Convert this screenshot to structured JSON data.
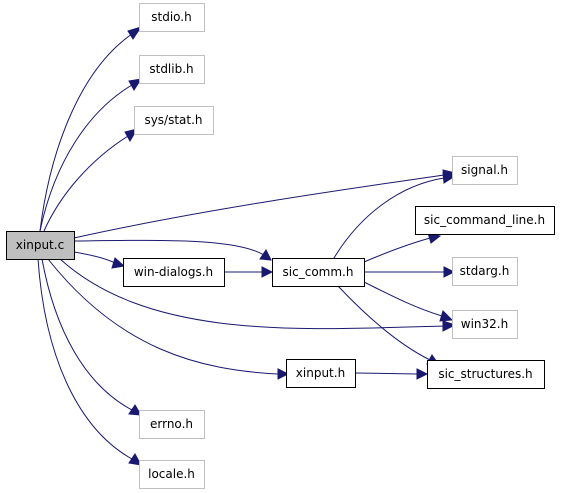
{
  "colors": {
    "edge": "#191970",
    "root_fill": "#bfbfbf",
    "root_border": "#000000",
    "internal_border": "#000000",
    "external_border": "#c0c0c0",
    "text": "#000000",
    "background": "#ffffff"
  },
  "nodes": [
    {
      "id": "xinput_c",
      "label": "xinput.c",
      "kind": "root"
    },
    {
      "id": "stdio_h",
      "label": "stdio.h",
      "kind": "external"
    },
    {
      "id": "stdlib_h",
      "label": "stdlib.h",
      "kind": "external"
    },
    {
      "id": "sys_stat_h",
      "label": "sys/stat.h",
      "kind": "external"
    },
    {
      "id": "signal_h",
      "label": "signal.h",
      "kind": "external"
    },
    {
      "id": "sic_command_line_h",
      "label": "sic_command_line.h",
      "kind": "internal"
    },
    {
      "id": "win_dialogs_h",
      "label": "win-dialogs.h",
      "kind": "internal"
    },
    {
      "id": "sic_comm_h",
      "label": "sic_comm.h",
      "kind": "internal"
    },
    {
      "id": "stdarg_h",
      "label": "stdarg.h",
      "kind": "external"
    },
    {
      "id": "win32_h",
      "label": "win32.h",
      "kind": "external"
    },
    {
      "id": "xinput_h",
      "label": "xinput.h",
      "kind": "internal"
    },
    {
      "id": "sic_structures_h",
      "label": "sic_structures.h",
      "kind": "internal"
    },
    {
      "id": "errno_h",
      "label": "errno.h",
      "kind": "external"
    },
    {
      "id": "locale_h",
      "label": "locale.h",
      "kind": "external"
    }
  ],
  "edges": [
    {
      "from": "xinput_c",
      "to": "stdio_h"
    },
    {
      "from": "xinput_c",
      "to": "stdlib_h"
    },
    {
      "from": "xinput_c",
      "to": "sys_stat_h"
    },
    {
      "from": "xinput_c",
      "to": "signal_h"
    },
    {
      "from": "xinput_c",
      "to": "win_dialogs_h"
    },
    {
      "from": "xinput_c",
      "to": "sic_comm_h"
    },
    {
      "from": "xinput_c",
      "to": "win32_h"
    },
    {
      "from": "xinput_c",
      "to": "xinput_h"
    },
    {
      "from": "xinput_c",
      "to": "errno_h"
    },
    {
      "from": "xinput_c",
      "to": "locale_h"
    },
    {
      "from": "win_dialogs_h",
      "to": "sic_comm_h"
    },
    {
      "from": "sic_comm_h",
      "to": "signal_h"
    },
    {
      "from": "sic_comm_h",
      "to": "sic_command_line_h"
    },
    {
      "from": "sic_comm_h",
      "to": "stdarg_h"
    },
    {
      "from": "sic_comm_h",
      "to": "win32_h"
    },
    {
      "from": "sic_comm_h",
      "to": "sic_structures_h"
    },
    {
      "from": "xinput_h",
      "to": "sic_structures_h"
    }
  ]
}
